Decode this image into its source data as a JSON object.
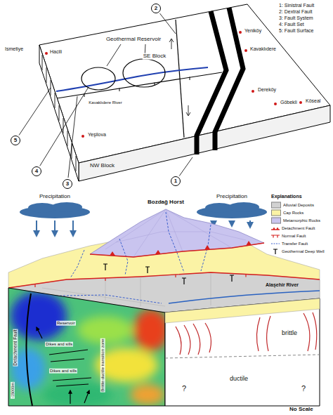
{
  "diagram": {
    "nodes": [
      {
        "text": [
          "1"
        ]
      },
      {
        "text": [
          "2"
        ]
      },
      {
        "text": [
          "3"
        ]
      },
      {
        "text": [
          "4"
        ]
      },
      {
        "text": [
          "5"
        ]
      }
    ],
    "labels": [
      "Ismetiye",
      "Hacili",
      "Geothermal Reservoir",
      "SE Block",
      "NW Block",
      "Yeniköy",
      "Kavaklıdere",
      "Kavaklıdere River",
      "Dereköy",
      "Göbekli",
      "Köseal",
      "Yeşilova",
      "Precipitation",
      "Precipitation",
      "Bozdağ Horst",
      "Explanations",
      "Alaşehir River",
      "brittle",
      "ductile",
      "?",
      "?",
      "No Scale",
      "Detachment Fault",
      "Dikes and sills",
      "Dikes and sills",
      "Brittle-ductile transition zone",
      "Reservoir",
      "-15000m"
    ],
    "legend": [
      {
        "text": "1: Sinistral Fault"
      },
      {
        "text": "2: Dextral Fault"
      },
      {
        "text": "3: Fault System"
      },
      {
        "text": "4: Fault Set"
      },
      {
        "text": "5: Fault Surface"
      },
      {
        "text": "Alluvial Deposits",
        "color": "#d2d2d2"
      },
      {
        "text": "Cap Rocks",
        "color": "#fbf3a5"
      },
      {
        "text": "Metamorphic Rocks",
        "color": "#c9c4ef"
      },
      {
        "text": "Detachment Fault"
      },
      {
        "text": "Normal Fault"
      },
      {
        "text": "Transfer Fault"
      },
      {
        "text": "Geothermal Deep Well"
      }
    ]
  }
}
